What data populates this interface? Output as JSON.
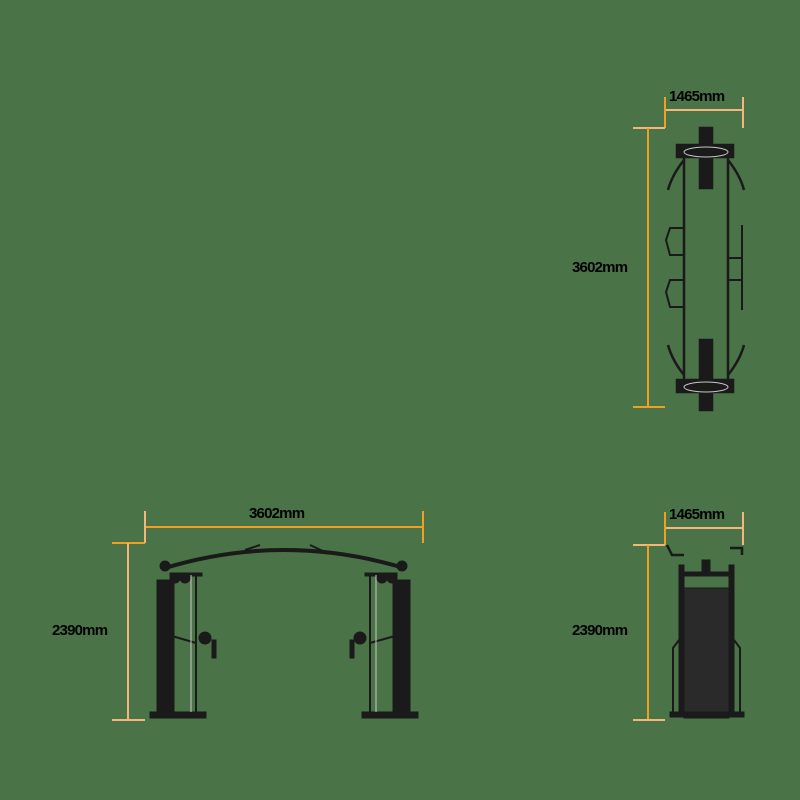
{
  "colors": {
    "background": "#4b7348",
    "dimension_line": "#f0a020",
    "dimension_tick": "#f4b67a",
    "machine": "#1a1a1a",
    "cable": "#c8c8c8"
  },
  "views": {
    "top": {
      "width_label": "1465mm",
      "length_label": "3602mm"
    },
    "front": {
      "width_label": "3602mm",
      "height_label": "2390mm"
    },
    "side": {
      "width_label": "1465mm",
      "height_label": "2390mm"
    }
  }
}
